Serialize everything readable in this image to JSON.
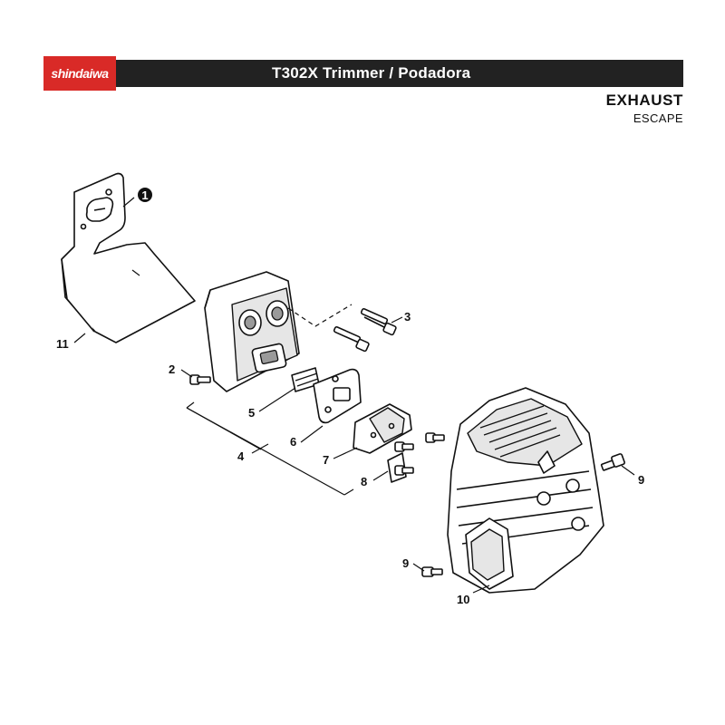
{
  "header": {
    "brand": "shindaiwa",
    "title": "T302X Trimmer / Podadora",
    "brand_color": "#d92a27",
    "bar_color": "#222222"
  },
  "section": {
    "title": "EXHAUST",
    "subtitle": "ESCAPE"
  },
  "callouts": {
    "c1": "1",
    "c2": "2",
    "c3": "3",
    "c4": "4",
    "c5": "5",
    "c6": "6",
    "c7": "7",
    "c8": "8",
    "c9a": "9",
    "c9b": "9",
    "c10": "10",
    "c11": "11"
  }
}
